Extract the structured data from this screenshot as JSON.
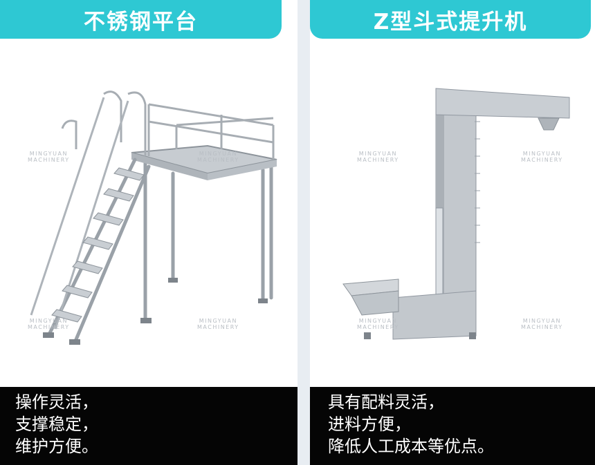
{
  "left_panel": {
    "title": "不锈钢平台",
    "caption": [
      "操作灵活，",
      "支撑稳定，",
      "维护方便。"
    ],
    "watermark": {
      "line1": "MINGYUAN",
      "line2": "MACHINERY"
    }
  },
  "right_panel": {
    "title": "Z型斗式提升机",
    "caption": [
      "具有配料灵活，",
      "进料方便，",
      "降低人工成本等优点。"
    ],
    "watermark": {
      "line1": "MINGYUAN",
      "line2": "MACHINERY"
    }
  },
  "colors": {
    "accent": "#2ec8d3",
    "caption_bg": "#050505",
    "divider": "#e8edf2"
  }
}
